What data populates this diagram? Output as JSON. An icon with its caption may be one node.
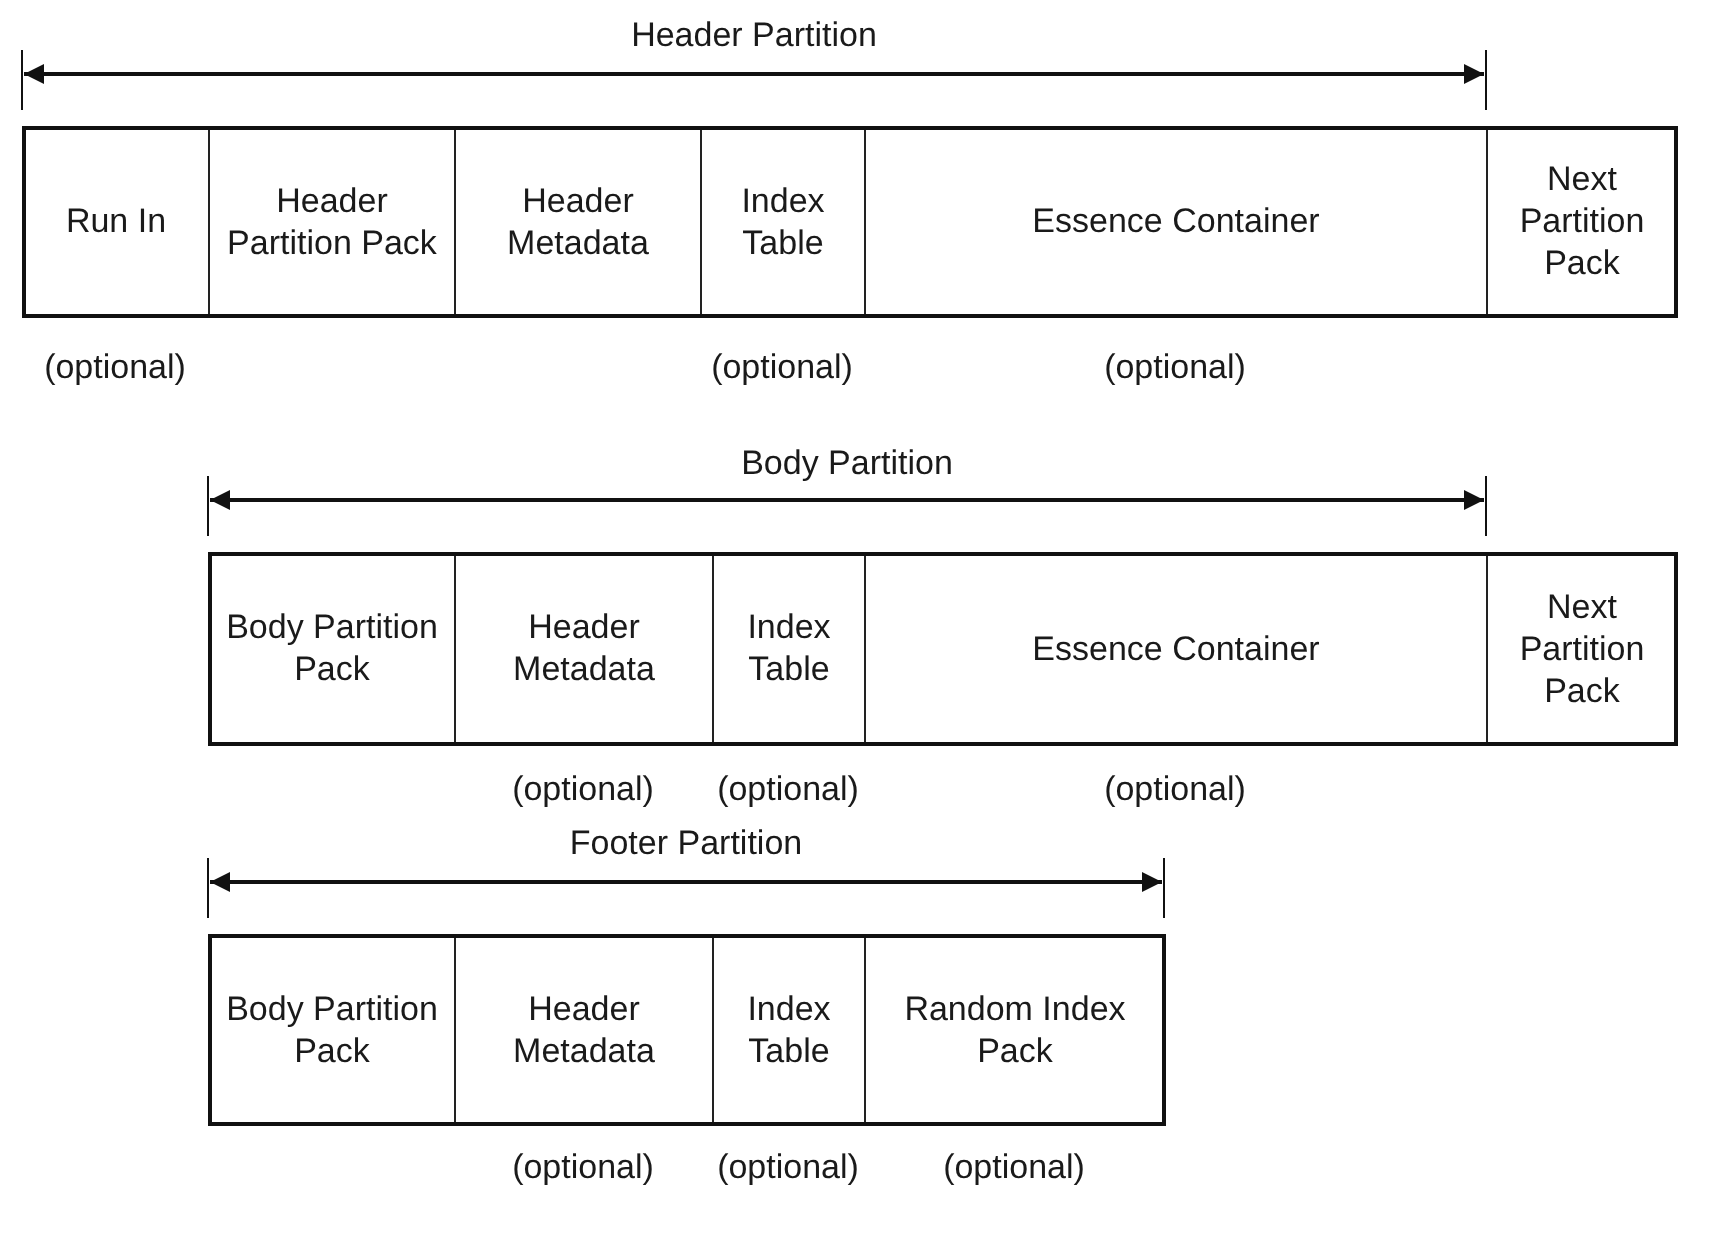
{
  "diagram": {
    "nodes": [
      {
        "text": [
          "Run In"
        ],
        "beside": [
          "(optional)"
        ]
      },
      {
        "text": [
          "Header Partition Pack"
        ]
      },
      {
        "text": [
          "Header Metadata"
        ]
      },
      {
        "text": [
          "Index Table"
        ],
        "beside": [
          "(optional)"
        ]
      },
      {
        "text": [
          "Essence Container"
        ],
        "beside": [
          "(optional)"
        ]
      },
      {
        "text": [
          "Next Partition Pack"
        ]
      },
      {
        "text": [
          "Body Partition Pack"
        ]
      },
      {
        "text": [
          "Header Metadata"
        ],
        "beside": [
          "(optional)"
        ]
      },
      {
        "text": [
          "Index Table"
        ],
        "beside": [
          "(optional)"
        ]
      },
      {
        "text": [
          "Essence Container"
        ],
        "beside": [
          "(optional)"
        ]
      },
      {
        "text": [
          "Next Partition Pack"
        ]
      },
      {
        "text": [
          "Body Partition Pack"
        ]
      },
      {
        "text": [
          "Header Metadata"
        ],
        "beside": [
          "(optional)"
        ]
      },
      {
        "text": [
          "Index Table"
        ],
        "beside": [
          "(optional)"
        ]
      },
      {
        "text": [
          "Random Index Pack"
        ],
        "beside": [
          "(optional)"
        ]
      }
    ],
    "labels": [
      "Header Partition",
      "Body Partition",
      "Footer Partition"
    ]
  }
}
